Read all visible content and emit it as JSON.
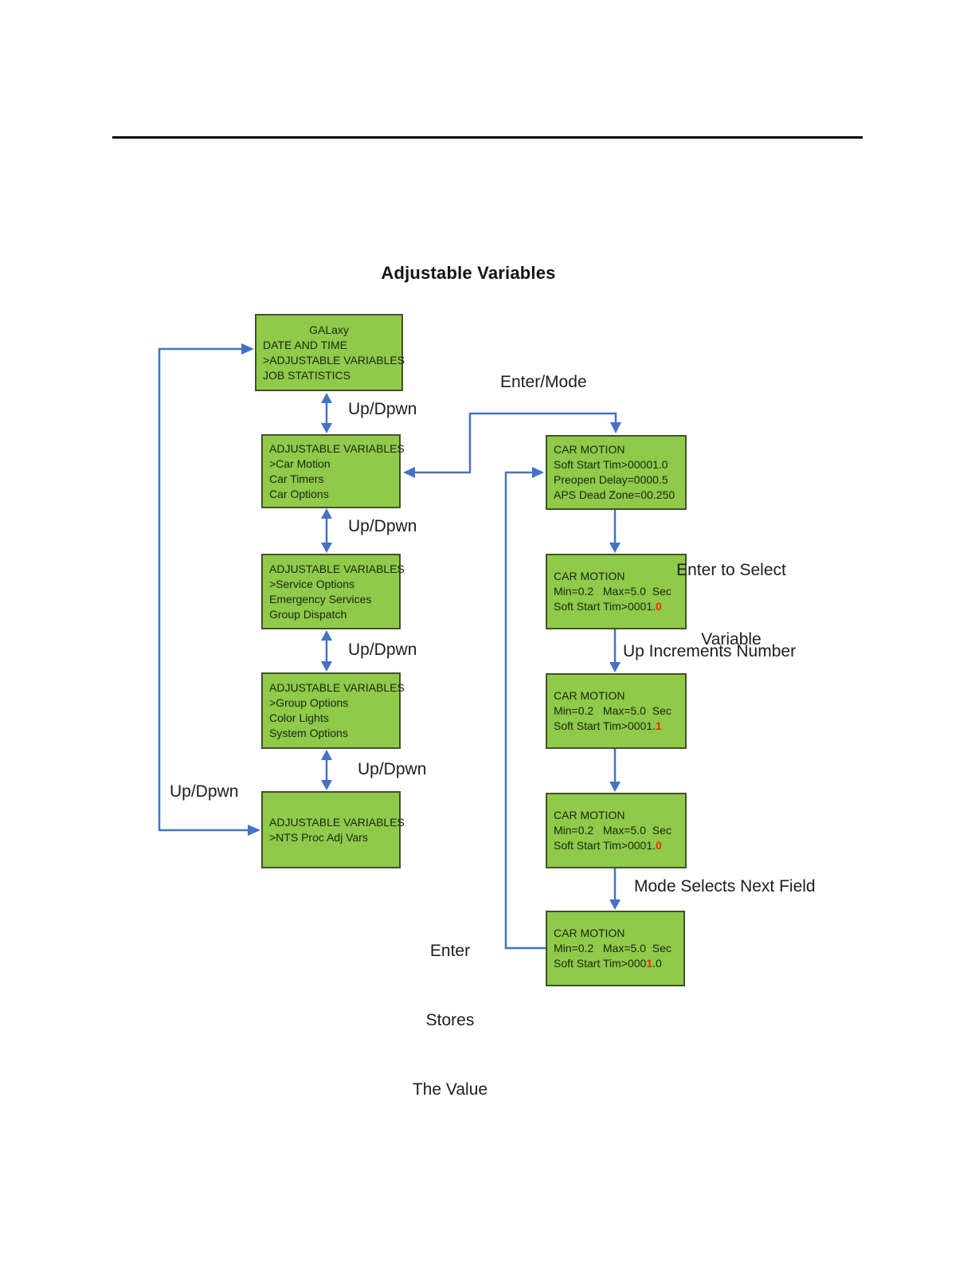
{
  "title": "Adjustable Variables",
  "colors": {
    "box_fill": "#8fca4a",
    "box_border": "#44512a",
    "arrow_blue": "#4472c4",
    "red_digit": "#ff2600",
    "text": "#1f1f1f"
  },
  "left_boxes": [
    {
      "id": "main-menu",
      "lines": [
        "GALaxy",
        "DATE AND TIME",
        ">ADJUSTABLE VARIABLES",
        "JOB STATISTICS"
      ]
    },
    {
      "id": "adjustable-variables-page1",
      "lines": [
        "ADJUSTABLE VARIABLES",
        ">Car Motion",
        "Car Timers",
        "Car Options"
      ]
    },
    {
      "id": "adjustable-variables-page2",
      "lines": [
        "ADJUSTABLE VARIABLES",
        ">Service Options",
        "Emergency Services",
        "Group Dispatch"
      ]
    },
    {
      "id": "adjustable-variables-page3",
      "lines": [
        "ADJUSTABLE VARIABLES",
        ">Group Options",
        "Color Lights",
        "System Options"
      ]
    },
    {
      "id": "adjustable-variables-page4",
      "lines": [
        "ADJUSTABLE VARIABLES",
        ">NTS Proc Adj Vars"
      ]
    }
  ],
  "right_boxes": [
    {
      "id": "car-motion-menu",
      "lines": [
        "CAR MOTION",
        "Soft Start Tim>00001.0",
        "Preopen Delay=0000.5",
        "APS Dead Zone=00.250"
      ]
    },
    {
      "id": "car-motion-select",
      "lines": [
        "CAR MOTION",
        "Min=0.2   Max=5.0  Sec"
      ],
      "value": {
        "pre": "Soft Start Tim>0001.",
        "red": "0",
        "post": ""
      }
    },
    {
      "id": "car-motion-increment",
      "lines": [
        "CAR MOTION",
        "Min=0.2   Max=5.0  Sec"
      ],
      "value": {
        "pre": "Soft Start Tim>0001.",
        "red": "1",
        "post": ""
      }
    },
    {
      "id": "car-motion-decrement",
      "lines": [
        "CAR MOTION",
        "Min=0.2   Max=5.0  Sec"
      ],
      "value": {
        "pre": "Soft Start Tim>0001.",
        "red": "0",
        "post": ""
      }
    },
    {
      "id": "car-motion-next-field",
      "lines": [
        "CAR MOTION",
        "Min=0.2   Max=5.0  Sec"
      ],
      "value": {
        "pre": "Soft Start Tim>000",
        "red": "1",
        "post": ".0"
      }
    }
  ],
  "labels": {
    "enter_mode": "Enter/Mode",
    "up_dpwn": "Up/Dpwn",
    "enter_select_line1": "Enter to Select",
    "enter_select_line2": "Variable",
    "up_increments": "Up Increments Number",
    "mode_selects": "Mode Selects Next Field",
    "enter_stores_line1": "Enter",
    "enter_stores_line2": "Stores",
    "enter_stores_line3": "The Value"
  }
}
